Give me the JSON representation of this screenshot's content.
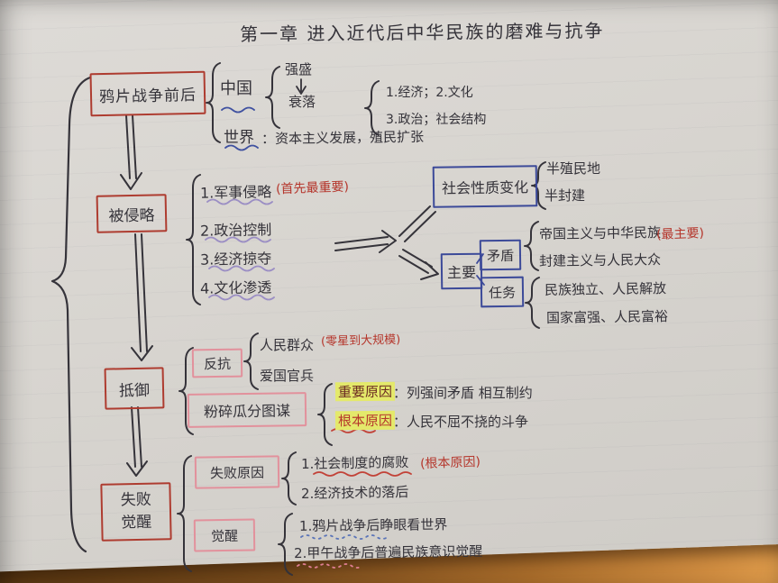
{
  "title": "第一章  进入近代后中华民族的磨难与抗争",
  "colors": {
    "red_box": "#ae3c30",
    "blue_box": "#3c4a99",
    "pink_box": "#e2919c",
    "yellow_highlight": "#e4e96b",
    "red_ink": "#b5362c",
    "black_ink": "#35333a",
    "purple_underline": "#9b8ec4",
    "blue_underline": "#5a74b8",
    "desk_wood": "#a86c2b"
  },
  "nodes": {
    "stage1": {
      "label": "鸦片战争前后"
    },
    "china": {
      "label": "中国",
      "strong": "强盛",
      "decline": "衰落",
      "line1": "1.经济；2.文化",
      "line2": "3.政治；社会结构"
    },
    "world": {
      "label": "世界",
      "text": "：资本主义发展，殖民扩张"
    },
    "stage2": {
      "label": "被侵略",
      "note": "(首先最重要)",
      "items": [
        "1.军事侵略",
        "2.政治控制",
        "3.经济掠夺",
        "4.文化渗透"
      ]
    },
    "social": {
      "label": "社会性质变化",
      "items": [
        "半殖民地",
        "半封建"
      ]
    },
    "main": {
      "label": "主要",
      "contradiction": {
        "label": "矛盾",
        "note": "(最主要)",
        "items": [
          "帝国主义与中华民族",
          "封建主义与人民大众"
        ]
      },
      "task": {
        "label": "任务",
        "items": [
          "民族独立、人民解放",
          "国家富强、人民富裕"
        ]
      }
    },
    "stage3": {
      "label": "抵御",
      "revolt": {
        "label": "反抗",
        "note": "(零星到大规模)",
        "items": [
          "人民群众",
          "爱国官兵"
        ]
      },
      "smash": {
        "label": "粉碎瓜分图谋",
        "important": {
          "label": "重要原因",
          "text": "：列强间矛盾 相互制约"
        },
        "fundamental": {
          "label": "根本原因",
          "text": "：人民不屈不挠的斗争"
        }
      }
    },
    "stage4": {
      "label_line1": "失败",
      "label_line2": "觉醒",
      "fail": {
        "label": "失败原因",
        "note": "(根本原因)",
        "items": [
          "1.社会制度的腐败",
          "2.经济技术的落后"
        ]
      },
      "awake": {
        "label": "觉醒",
        "items": [
          "1.鸦片战争后睁眼看世界",
          "2.甲午战争后普遍民族意识觉醒"
        ]
      }
    }
  }
}
